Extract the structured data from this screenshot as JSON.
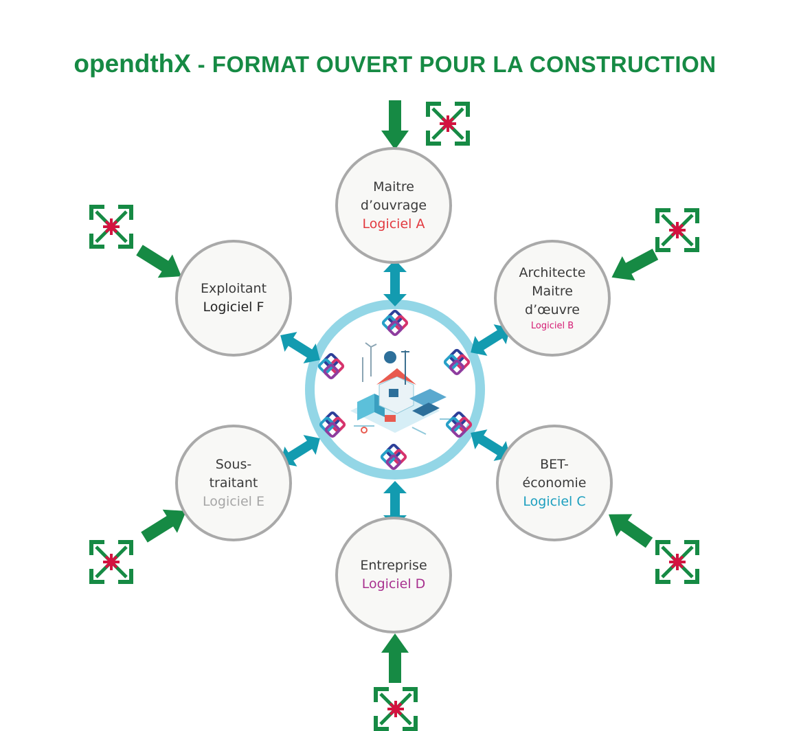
{
  "title": {
    "brand": "opendthX",
    "rest": " - FORMAT OUVERT POUR LA CONSTRUCTION"
  },
  "colors": {
    "title_green": "#168a44",
    "arrow_green": "#168a44",
    "teal_arrow": "#139bb0",
    "ring": "#93d6e6",
    "node_border": "#a9a9a9",
    "node_fill": "#f8f8f6",
    "expand_icon_red": "#d4123f"
  },
  "center": {
    "illustration": "smart-building-energy-illustration",
    "format_icon": "ifc-interlocking-logo-icon"
  },
  "external_icon": "expand-arrows-icon",
  "nodes": {
    "a": {
      "line1": "Maitre",
      "line2": "d’ouvrage",
      "software": "Logiciel A",
      "software_color": "#e2393f"
    },
    "b": {
      "line1": "Architecte",
      "line2": "Maitre",
      "line3": "d’œuvre",
      "software": "Logiciel B",
      "software_color": "#d41b73"
    },
    "c": {
      "line1": "BET-",
      "line2": "économie",
      "software": "Logiciel C",
      "software_color": "#1c9fbf"
    },
    "d": {
      "line1": "Entreprise",
      "software": "Logiciel D",
      "software_color": "#a8318f"
    },
    "e": {
      "line1": "Sous-",
      "line2": "traitant",
      "software": "Logiciel E",
      "software_color": "#a6a6a6"
    },
    "f": {
      "line1": "Exploitant",
      "software": "Logiciel F",
      "software_color": "#222222"
    }
  }
}
